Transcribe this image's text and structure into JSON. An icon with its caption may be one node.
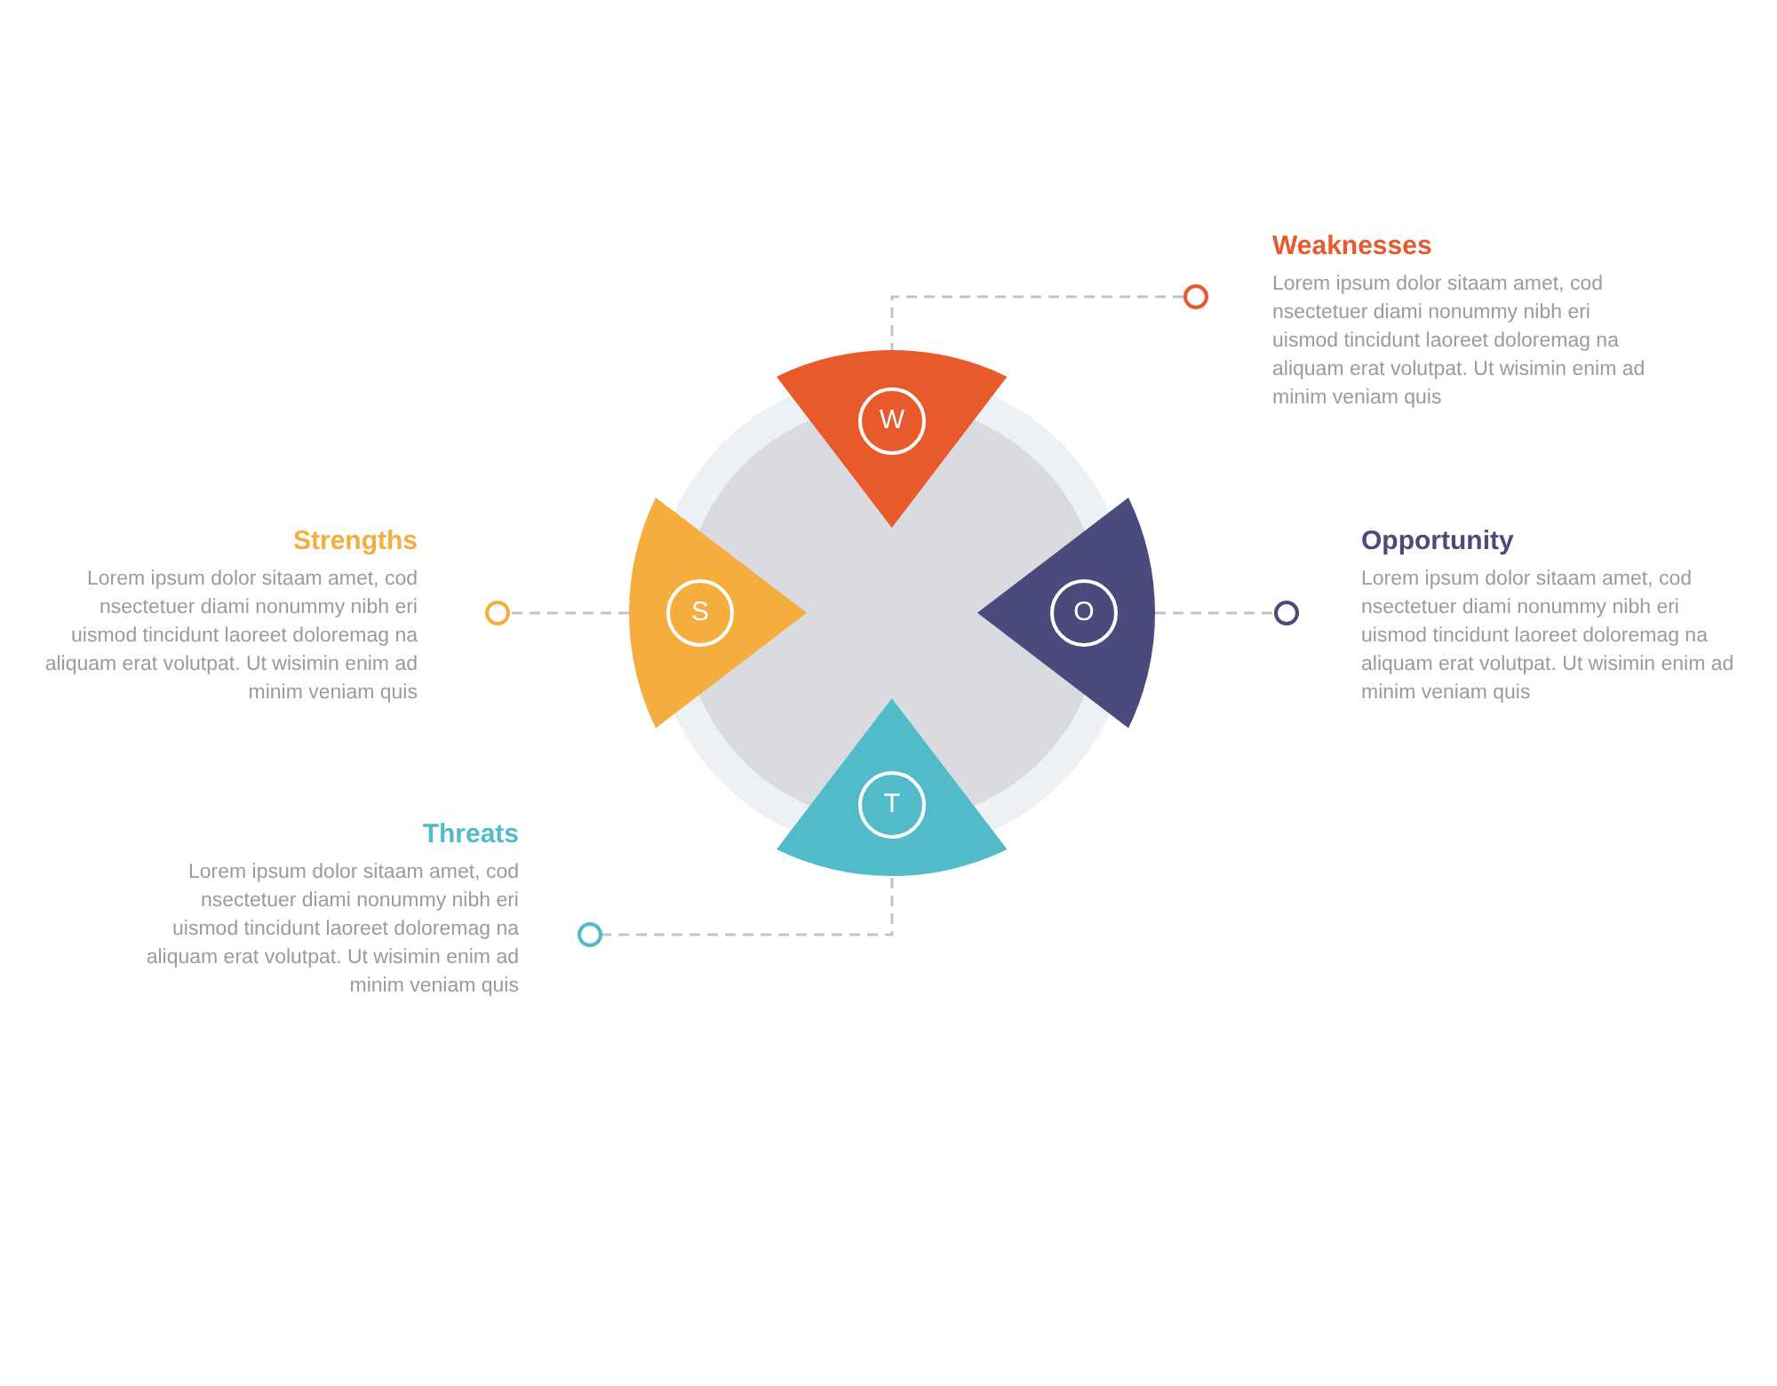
{
  "diagram": {
    "nodes": [
      {
        "text": [
          "W"
        ]
      },
      {
        "text": [
          "Weaknesses",
          "Lorem ipsum dolor sitaam amet, cod nsectetuer diami nonummy nibh eri uismod tincidunt laoreet doloremag na aliquam erat volutpat. Ut wisimin enim ad minim veniam quis"
        ]
      },
      {
        "text": [
          "S"
        ]
      },
      {
        "text": [
          "Strengths",
          "Lorem ipsum dolor sitaam amet, cod nsectetuer diami nonummy nibh eri uismod tincidunt laoreet doloremag na aliquam erat volutpat. Ut wisimin enim ad minim veniam quis"
        ]
      },
      {
        "text": [
          "O"
        ]
      },
      {
        "text": [
          "Opportunity",
          "Lorem ipsum dolor sitaam amet, cod nsectetuer diami nonummy nibh eri uismod tincidunt laoreet doloremag na aliquam erat volutpat. Ut wisimin enim ad minim veniam quis"
        ]
      },
      {
        "text": [
          "T"
        ]
      },
      {
        "text": [
          "Threats",
          "Lorem ipsum dolor sitaam amet, cod nsectetuer diami nonummy nibh eri uismod tincidunt laoreet doloremag na aliquam erat volutpat. Ut wisimin enim ad minim veniam quis"
        ]
      }
    ],
    "edges": [
      {
        "from": 0,
        "to": 1,
        "arrow": "other",
        "style": "dashed"
      },
      {
        "from": 2,
        "to": 3,
        "arrow": "other",
        "style": "dashed"
      },
      {
        "from": 4,
        "to": 5,
        "arrow": "other",
        "style": "dashed"
      },
      {
        "from": 6,
        "to": 7,
        "arrow": "other",
        "style": "dashed"
      }
    ]
  }
}
